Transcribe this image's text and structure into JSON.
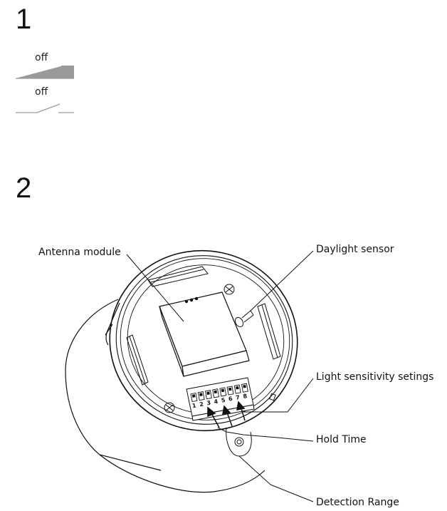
{
  "steps": {
    "step1_number": "1",
    "step2_number": "2"
  },
  "switch_legend": {
    "state1_label": "off",
    "state2_label": "off"
  },
  "callouts": {
    "antenna_module": "Antenna module",
    "daylight_sensor": "Daylight sensor",
    "light_sensitivity": "Light sensitivity setings",
    "hold_time": "Hold Time",
    "detection_range": "Detection Range"
  },
  "dip_switch": {
    "numbers": [
      "1",
      "2",
      "3",
      "4",
      "5",
      "6",
      "7",
      "8"
    ]
  },
  "colors": {
    "line": "#111111",
    "symbol_fill": "#9a9a9a",
    "background": "#ffffff"
  }
}
